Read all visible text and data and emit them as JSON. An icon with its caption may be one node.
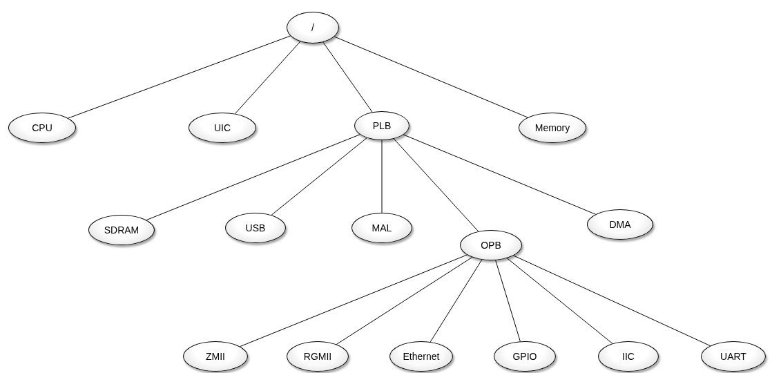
{
  "diagram": {
    "nodes": [
      {
        "text": [
          "/"
        ]
      },
      {
        "text": [
          "CPU"
        ]
      },
      {
        "text": [
          "UIC"
        ]
      },
      {
        "text": [
          "PLB"
        ]
      },
      {
        "text": [
          "Memory"
        ]
      },
      {
        "text": [
          "SDRAM"
        ]
      },
      {
        "text": [
          "USB"
        ]
      },
      {
        "text": [
          "MAL"
        ]
      },
      {
        "text": [
          "DMA"
        ]
      },
      {
        "text": [
          "OPB"
        ]
      },
      {
        "text": [
          "ZMII"
        ]
      },
      {
        "text": [
          "RGMII"
        ]
      },
      {
        "text": [
          "Ethernet"
        ]
      },
      {
        "text": [
          "GPIO"
        ]
      },
      {
        "text": [
          "IIC"
        ]
      },
      {
        "text": [
          "UART"
        ]
      }
    ],
    "edges": [
      {
        "from": 0,
        "to": 1,
        "arrow": "none"
      },
      {
        "from": 0,
        "to": 2,
        "arrow": "none"
      },
      {
        "from": 0,
        "to": 3,
        "arrow": "none"
      },
      {
        "from": 0,
        "to": 4,
        "arrow": "none"
      },
      {
        "from": 3,
        "to": 5,
        "arrow": "none"
      },
      {
        "from": 3,
        "to": 6,
        "arrow": "none"
      },
      {
        "from": 3,
        "to": 7,
        "arrow": "none"
      },
      {
        "from": 3,
        "to": 9,
        "arrow": "none"
      },
      {
        "from": 3,
        "to": 8,
        "arrow": "none"
      },
      {
        "from": 9,
        "to": 10,
        "arrow": "none"
      },
      {
        "from": 9,
        "to": 11,
        "arrow": "none"
      },
      {
        "from": 9,
        "to": 12,
        "arrow": "none"
      },
      {
        "from": 9,
        "to": 13,
        "arrow": "none"
      },
      {
        "from": 9,
        "to": 14,
        "arrow": "none"
      },
      {
        "from": 9,
        "to": 15,
        "arrow": "none"
      }
    ]
  }
}
